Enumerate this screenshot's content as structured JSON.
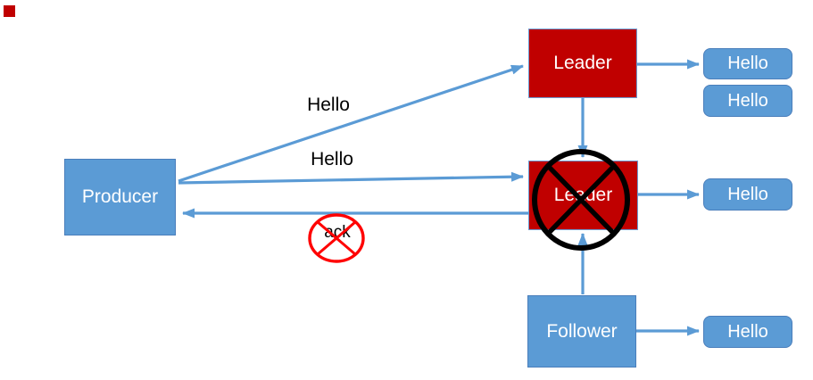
{
  "diagram": {
    "nodes": {
      "producer": {
        "label": "Producer"
      },
      "leader_top": {
        "label": "Leader"
      },
      "leader_middle": {
        "label": "Leader",
        "status": "crossed-out"
      },
      "follower": {
        "label": "Follower"
      }
    },
    "message_labels": {
      "hello_to_leader_top": "Hello",
      "hello_to_leader_middle": "Hello",
      "ack": "ack"
    },
    "received_messages": {
      "leader_top": [
        "Hello",
        "Hello"
      ],
      "leader_middle": [
        "Hello"
      ],
      "follower": [
        "Hello"
      ]
    },
    "colors": {
      "node_blue": "#5b9bd5",
      "node_blue_border": "#4a7ebb",
      "node_red": "#c00000",
      "node_red_border": "#6b9bd2",
      "arrow_blue": "#5b9bd5",
      "failure_cross": "#000000",
      "dropped_cross": "#ff0000",
      "label_text": "#000000",
      "node_text": "#ffffff"
    }
  }
}
